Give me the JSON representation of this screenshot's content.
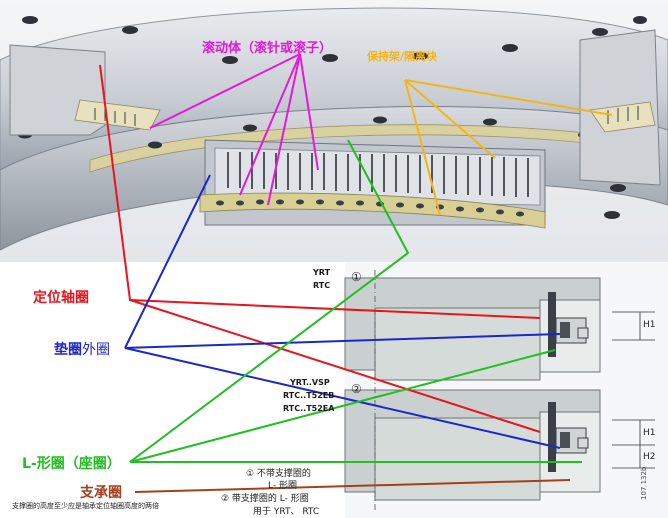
{
  "top_labels": {
    "rolling_element": "滚动体（滚针或滚子）",
    "cage": "保持架/隔离块"
  },
  "left_labels": {
    "locating_ring": "定位轴圈",
    "washer_dark": "垫圈",
    "washer_rest": "外圈",
    "l_ring": "L-形圈（座圈）",
    "support_ring": "支承圈",
    "support_note": "支撑圈的高度至少应是轴承定位轴圈高度的两倍"
  },
  "types": {
    "a": "YRT",
    "b": "RTC",
    "c": "YRT..VSP",
    "d": "RTC..T52EB",
    "e": "RTC..T52EA"
  },
  "section_markers": {
    "one": "①",
    "two": "②"
  },
  "legend": {
    "one_line1": "① 不带支撑圈的",
    "one_line2": "L- 形圈",
    "two_line1": "② 带支撑圈的 L- 形圈",
    "two_line2": "用于 YRT、 RTC"
  },
  "dims": {
    "h1_top": "H1",
    "h1_bottom": "H1",
    "h2": "H2"
  },
  "drawing_number": "107 132b",
  "colors": {
    "red": "#e8141e",
    "blue": "#1b27c8",
    "green": "#1fc01f",
    "magenta": "#e21ad8",
    "gold": "#f4b416",
    "brown": "#a5401c"
  }
}
